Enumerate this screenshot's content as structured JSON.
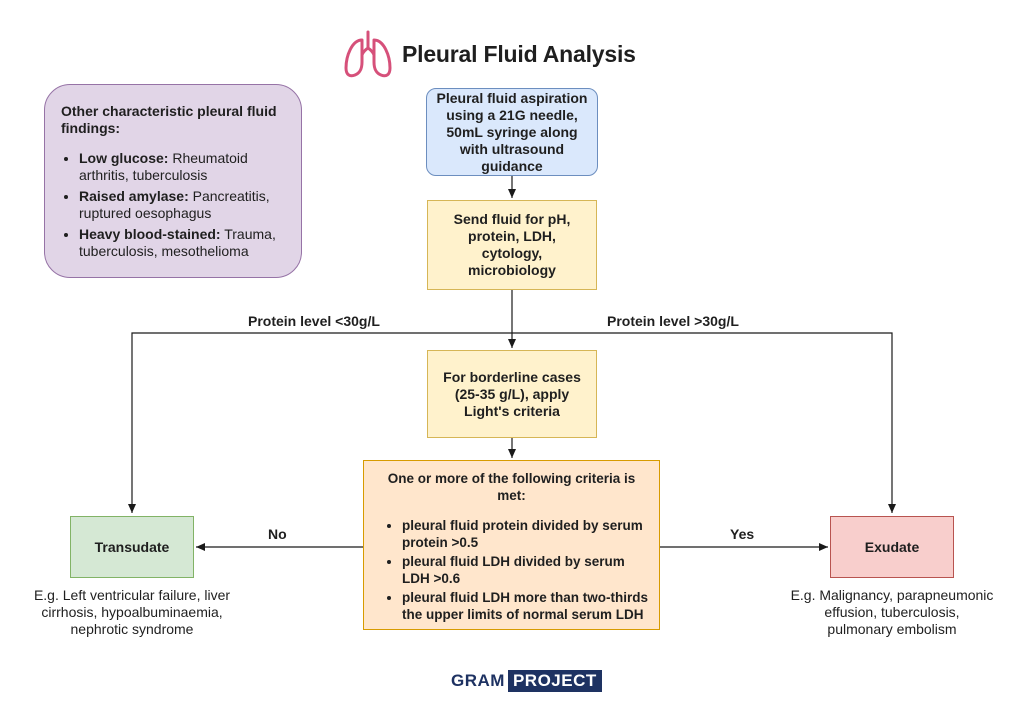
{
  "header": {
    "title": "Pleural Fluid Analysis",
    "icon": "lungs-icon",
    "icon_color": "#d6507a"
  },
  "findings": {
    "title": "Other characteristic pleural fluid findings:",
    "items": [
      {
        "term": "Low glucose:",
        "detail": " Rheumatoid arthritis, tuberculosis"
      },
      {
        "term": "Raised amylase:",
        "detail": " Pancreatitis, ruptured oesophagus"
      },
      {
        "term": "Heavy blood-stained:",
        "detail": " Trauma, tuberculosis, mesothelioma"
      }
    ]
  },
  "flow": {
    "aspiration": "Pleural fluid aspiration using a 21G needle, 50mL syringe along with ultrasound guidance",
    "send_fluid": "Send fluid for pH, protein, LDH, cytology, microbiology",
    "borderline": "For borderline cases (25-35 g/L), apply Light's criteria",
    "criteria": {
      "heading": "One or more of the following criteria is met:",
      "items": [
        "pleural fluid protein divided by serum protein >0.5",
        "pleural fluid LDH divided by serum LDH >0.6",
        "pleural fluid LDH more than two-thirds the upper limits of normal serum LDH"
      ]
    },
    "transudate": "Transudate",
    "exudate": "Exudate",
    "transudate_examples": "E.g. Left ventricular failure, liver cirrhosis, hypoalbuminaemia, nephrotic syndrome",
    "exudate_examples": "E.g. Malignancy, parapneumonic effusion, tuberculosis, pulmonary embolism"
  },
  "edges": {
    "protein_low": "Protein level <30g/L",
    "protein_high": "Protein level >30g/L",
    "no": "No",
    "yes": "Yes"
  },
  "logo": {
    "part1": "GRAM",
    "part2": "PROJECT"
  },
  "colors": {
    "aspiration_fill": "#dae8fc",
    "step_fill": "#fff2cc",
    "criteria_fill": "#ffe6cc",
    "transudate_fill": "#d5e8d4",
    "exudate_fill": "#f8cecc",
    "findings_fill": "#e1d5e7",
    "logo_navy": "#1e3262"
  }
}
